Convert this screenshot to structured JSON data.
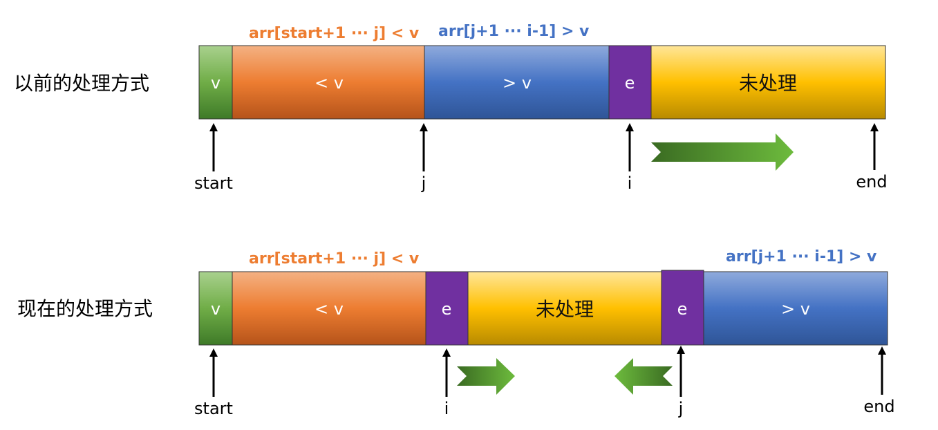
{
  "colors": {
    "green": "#5B9B3C",
    "orange": "#E97A2E",
    "blue": "#4472C4",
    "purple": "#7030A0",
    "yellow": "#FFC000",
    "header_orange": "#ED7D31",
    "header_blue": "#4472C4"
  },
  "top": {
    "title": "以前的处理方式",
    "header_less": "arr[start+1 ··· j] < v",
    "header_greater": "arr[j+1 ··· i-1] > v",
    "cells": {
      "v": "v",
      "less": "< v",
      "greater": "> v",
      "e": "e",
      "unprocessed": "未处理"
    },
    "pointers": {
      "start": "start",
      "j": "j",
      "i": "i",
      "end": "end"
    }
  },
  "bottom": {
    "title": "现在的处理方式",
    "header_less": "arr[start+1 ··· j] < v",
    "header_greater": "arr[j+1 ··· i-1] > v",
    "cells": {
      "v": "v",
      "less": "< v",
      "e_left": "e",
      "unprocessed": "未处理",
      "e_right": "e",
      "greater": "> v"
    },
    "pointers": {
      "start": "start",
      "i": "i",
      "j": "j",
      "end": "end"
    }
  }
}
